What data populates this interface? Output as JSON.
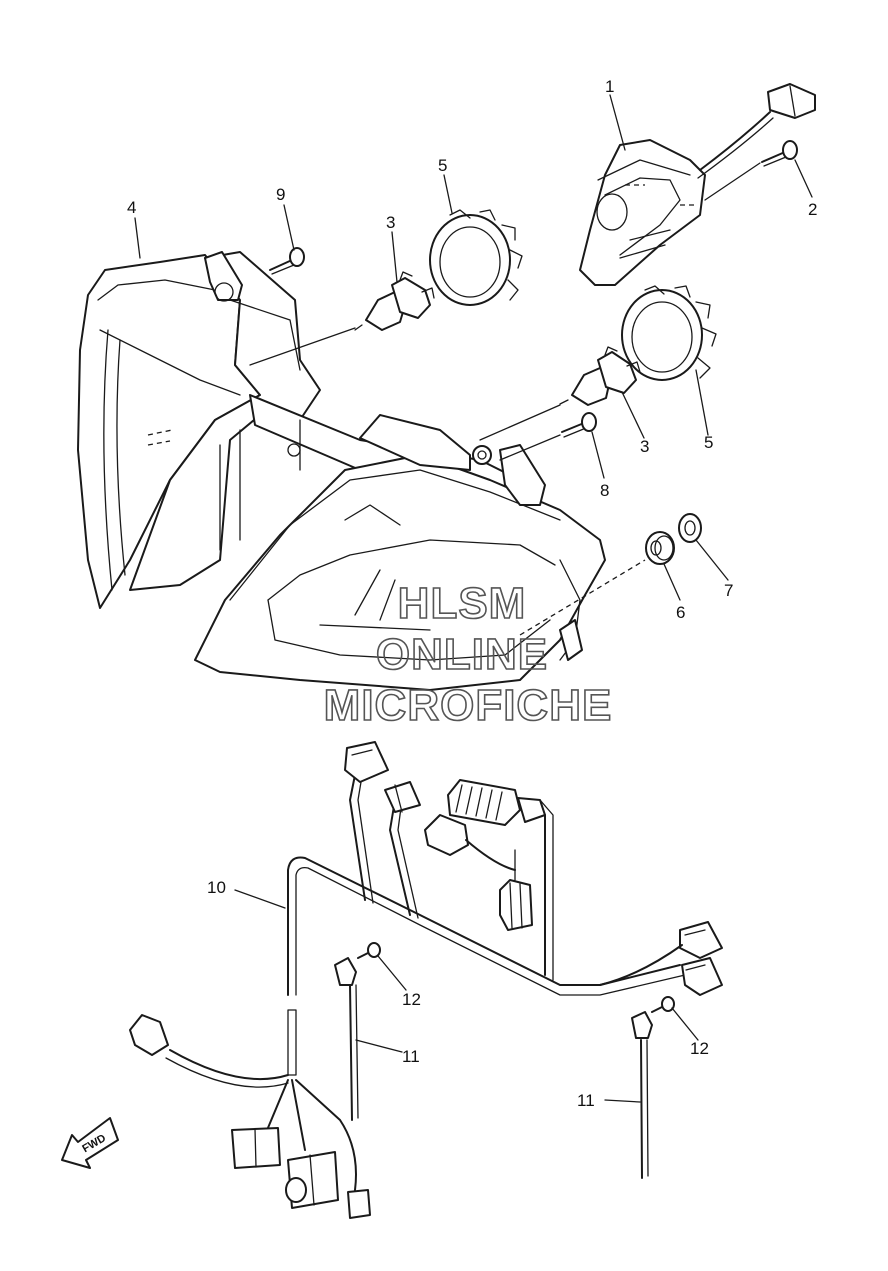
{
  "callouts": {
    "c1": "1",
    "c2": "2",
    "c3a": "3",
    "c3b": "3",
    "c4": "4",
    "c5a": "5",
    "c5b": "5",
    "c6": "6",
    "c7": "7",
    "c8": "8",
    "c9": "9",
    "c10": "10",
    "c11a": "11",
    "c11b": "11",
    "c12a": "12",
    "c12b": "12"
  },
  "watermark": {
    "line1": "HLSM",
    "line2": "ONLINE",
    "line3": "MICROFICHE"
  },
  "fwd_label": "FWD",
  "colors": {
    "ink": "#1a1a1a",
    "watermark": "#555555",
    "background": "#ffffff"
  }
}
